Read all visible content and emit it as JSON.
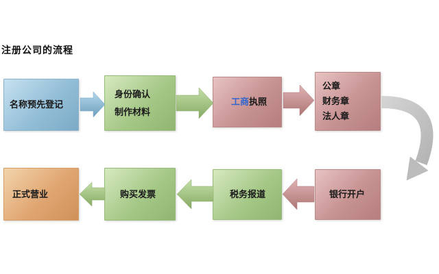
{
  "title": "注册公司的流程",
  "colors": {
    "blue_box": "#93bed7",
    "green_box": "#a5c887",
    "pink_box": "#c79292",
    "orange_box": "#e0a672",
    "blue_arrow": "#8cbcd8",
    "green_arrow": "#a2c482",
    "pink_arrow": "#c79090",
    "gray_arrow": "#c6c6c6",
    "link_blue": "#3366cc",
    "text": "#1a1a1a"
  },
  "flow": {
    "direction_top_row": "left-to-right",
    "direction_bottom_row": "right-to-left",
    "nodes": [
      {
        "id": "step-1",
        "label": "名称预先登记",
        "color": "blue"
      },
      {
        "id": "step-2",
        "lines": [
          "身份确认",
          "制作材料"
        ],
        "color": "green"
      },
      {
        "id": "step-3",
        "label_link": "工商",
        "label_rest": "执照",
        "color": "pink"
      },
      {
        "id": "step-4",
        "lines": [
          "公章",
          "财务章",
          "法人章"
        ],
        "color": "pink"
      },
      {
        "id": "step-5",
        "label": "银行开户",
        "color": "pink"
      },
      {
        "id": "step-6",
        "label": "税务报道",
        "color": "green"
      },
      {
        "id": "step-7",
        "label": "购买发票",
        "color": "green"
      },
      {
        "id": "step-8",
        "label": "正式营业",
        "color": "orange"
      }
    ]
  }
}
